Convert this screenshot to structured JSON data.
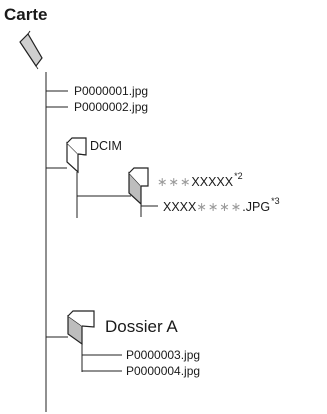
{
  "title": "Carte",
  "root_files": [
    "P0000001.jpg",
    "P0000002.jpg"
  ],
  "dcim": {
    "label": "DCIM",
    "subfolder": {
      "stars": "∗∗∗",
      "name": "XXXXX",
      "note": "*2"
    },
    "file": {
      "name": "XXXX",
      "stars": "∗∗∗∗",
      "ext": ".JPG",
      "note": "*3"
    }
  },
  "folder_a": {
    "label": "Dossier A",
    "files": [
      "P0000003.jpg",
      "P0000004.jpg"
    ]
  },
  "colors": {
    "line": "#222222",
    "folder_fill": "#ffffff",
    "folder_shade": "#bdbdbd",
    "card": "#cfcfcf",
    "note_stars": "#9a9a9a"
  }
}
